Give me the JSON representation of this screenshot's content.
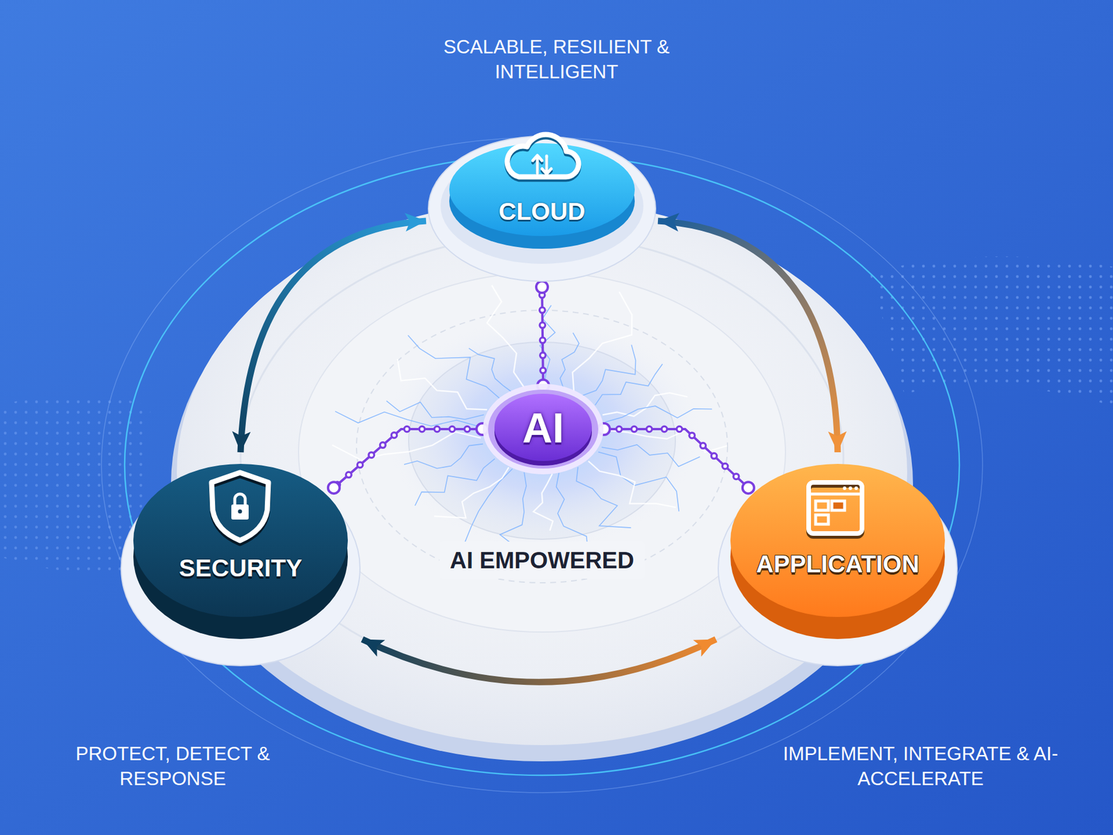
{
  "diagram": {
    "nodes": [
      {
        "text": [
          "CLOUD"
        ]
      },
      {
        "text": [
          "AI"
        ]
      },
      {
        "text": [
          "SECURITY"
        ]
      },
      {
        "text": [
          "APPLICATION"
        ]
      }
    ],
    "edges": [
      {
        "from": 0,
        "to": 2,
        "arrow": "both"
      },
      {
        "from": 0,
        "to": 3,
        "arrow": "both"
      },
      {
        "from": 2,
        "to": 3,
        "arrow": "both"
      },
      {
        "from": 1,
        "to": 0,
        "arrow": "none"
      },
      {
        "from": 1,
        "to": 2,
        "arrow": "none"
      },
      {
        "from": 1,
        "to": 3,
        "arrow": "none"
      }
    ],
    "labels": [
      "SCALABLE, RESILIENT & INTELLIGENT",
      "AI EMPOWERED",
      "PROTECT, DETECT & RESPONSE",
      "IMPLEMENT, INTEGRATE & AI-ACCELERATE"
    ]
  }
}
